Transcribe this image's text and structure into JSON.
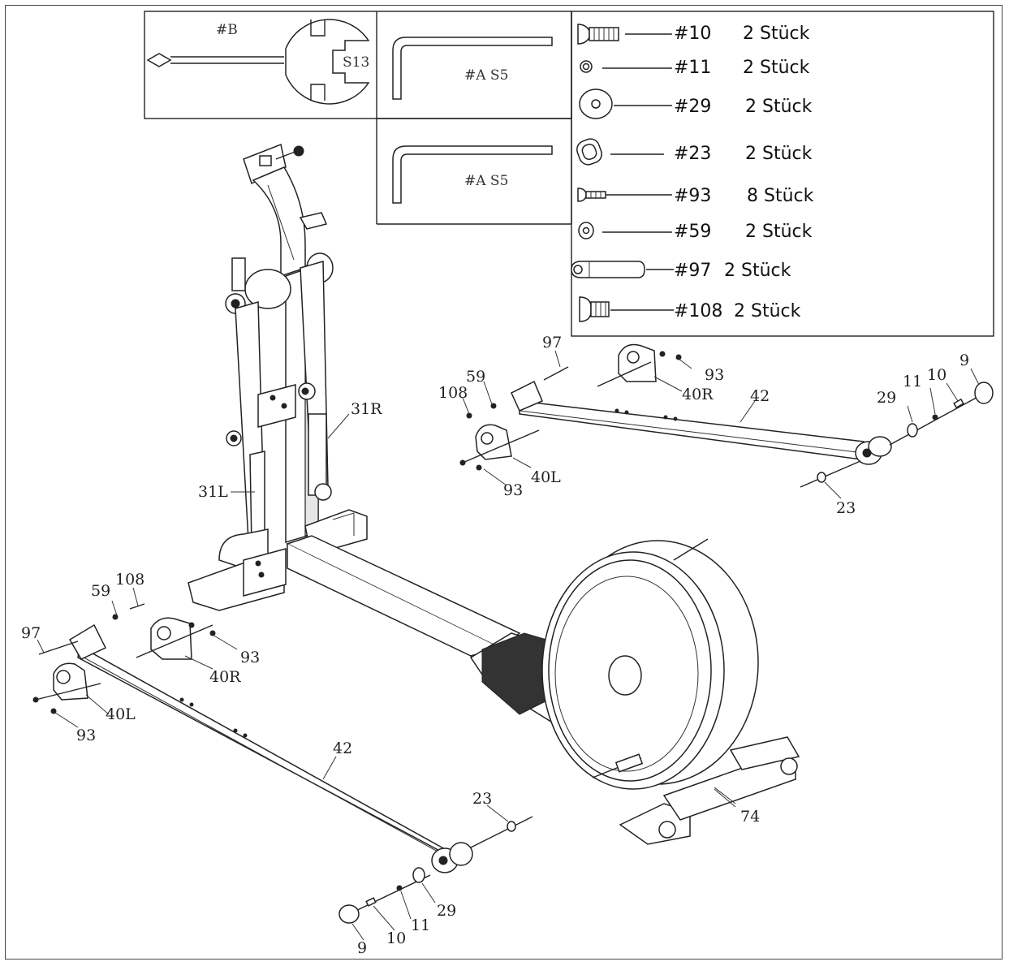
{
  "tools": {
    "wrench": {
      "code": "#B",
      "size": "S13"
    },
    "allen_key_top": "#A S5",
    "allen_key_bottom": "#A S5"
  },
  "hardware": [
    {
      "code": "#10",
      "qty": "2 Stück",
      "icon": "bolt-hex-icon"
    },
    {
      "code": "#11",
      "qty": "2 Stück",
      "icon": "nut-icon"
    },
    {
      "code": "#29",
      "qty": "2 Stück",
      "icon": "large-washer-icon"
    },
    {
      "code": "#23",
      "qty": "2 Stück",
      "icon": "oval-washer-icon"
    },
    {
      "code": "#93",
      "qty": "8 Stück",
      "icon": "small-screw-icon"
    },
    {
      "code": "#59",
      "qty": "2 Stück",
      "icon": "washer-icon"
    },
    {
      "code": "#97",
      "qty": "2 Stück",
      "icon": "axle-pin-icon"
    },
    {
      "code": "#108",
      "qty": "2 Stück",
      "icon": "button-bolt-icon"
    }
  ],
  "labels": {
    "upper_assembly": {
      "p97": "97",
      "p59": "59",
      "p108": "108",
      "p93a": "93",
      "p40R": "40R",
      "p42": "42",
      "p9": "9",
      "p10": "10",
      "p11": "11",
      "p29": "29",
      "p40L": "40L",
      "p93b": "93",
      "p23": "23"
    },
    "frame": {
      "p31R": "31R",
      "p31L": "31L",
      "p74": "74"
    },
    "lower_assembly": {
      "p97": "97",
      "p59": "59",
      "p108": "108",
      "p93a": "93",
      "p40R": "40R",
      "p40L": "40L",
      "p93b": "93",
      "p42": "42",
      "p23": "23",
      "p29": "29",
      "p11": "11",
      "p10": "10",
      "p9": "9"
    }
  }
}
